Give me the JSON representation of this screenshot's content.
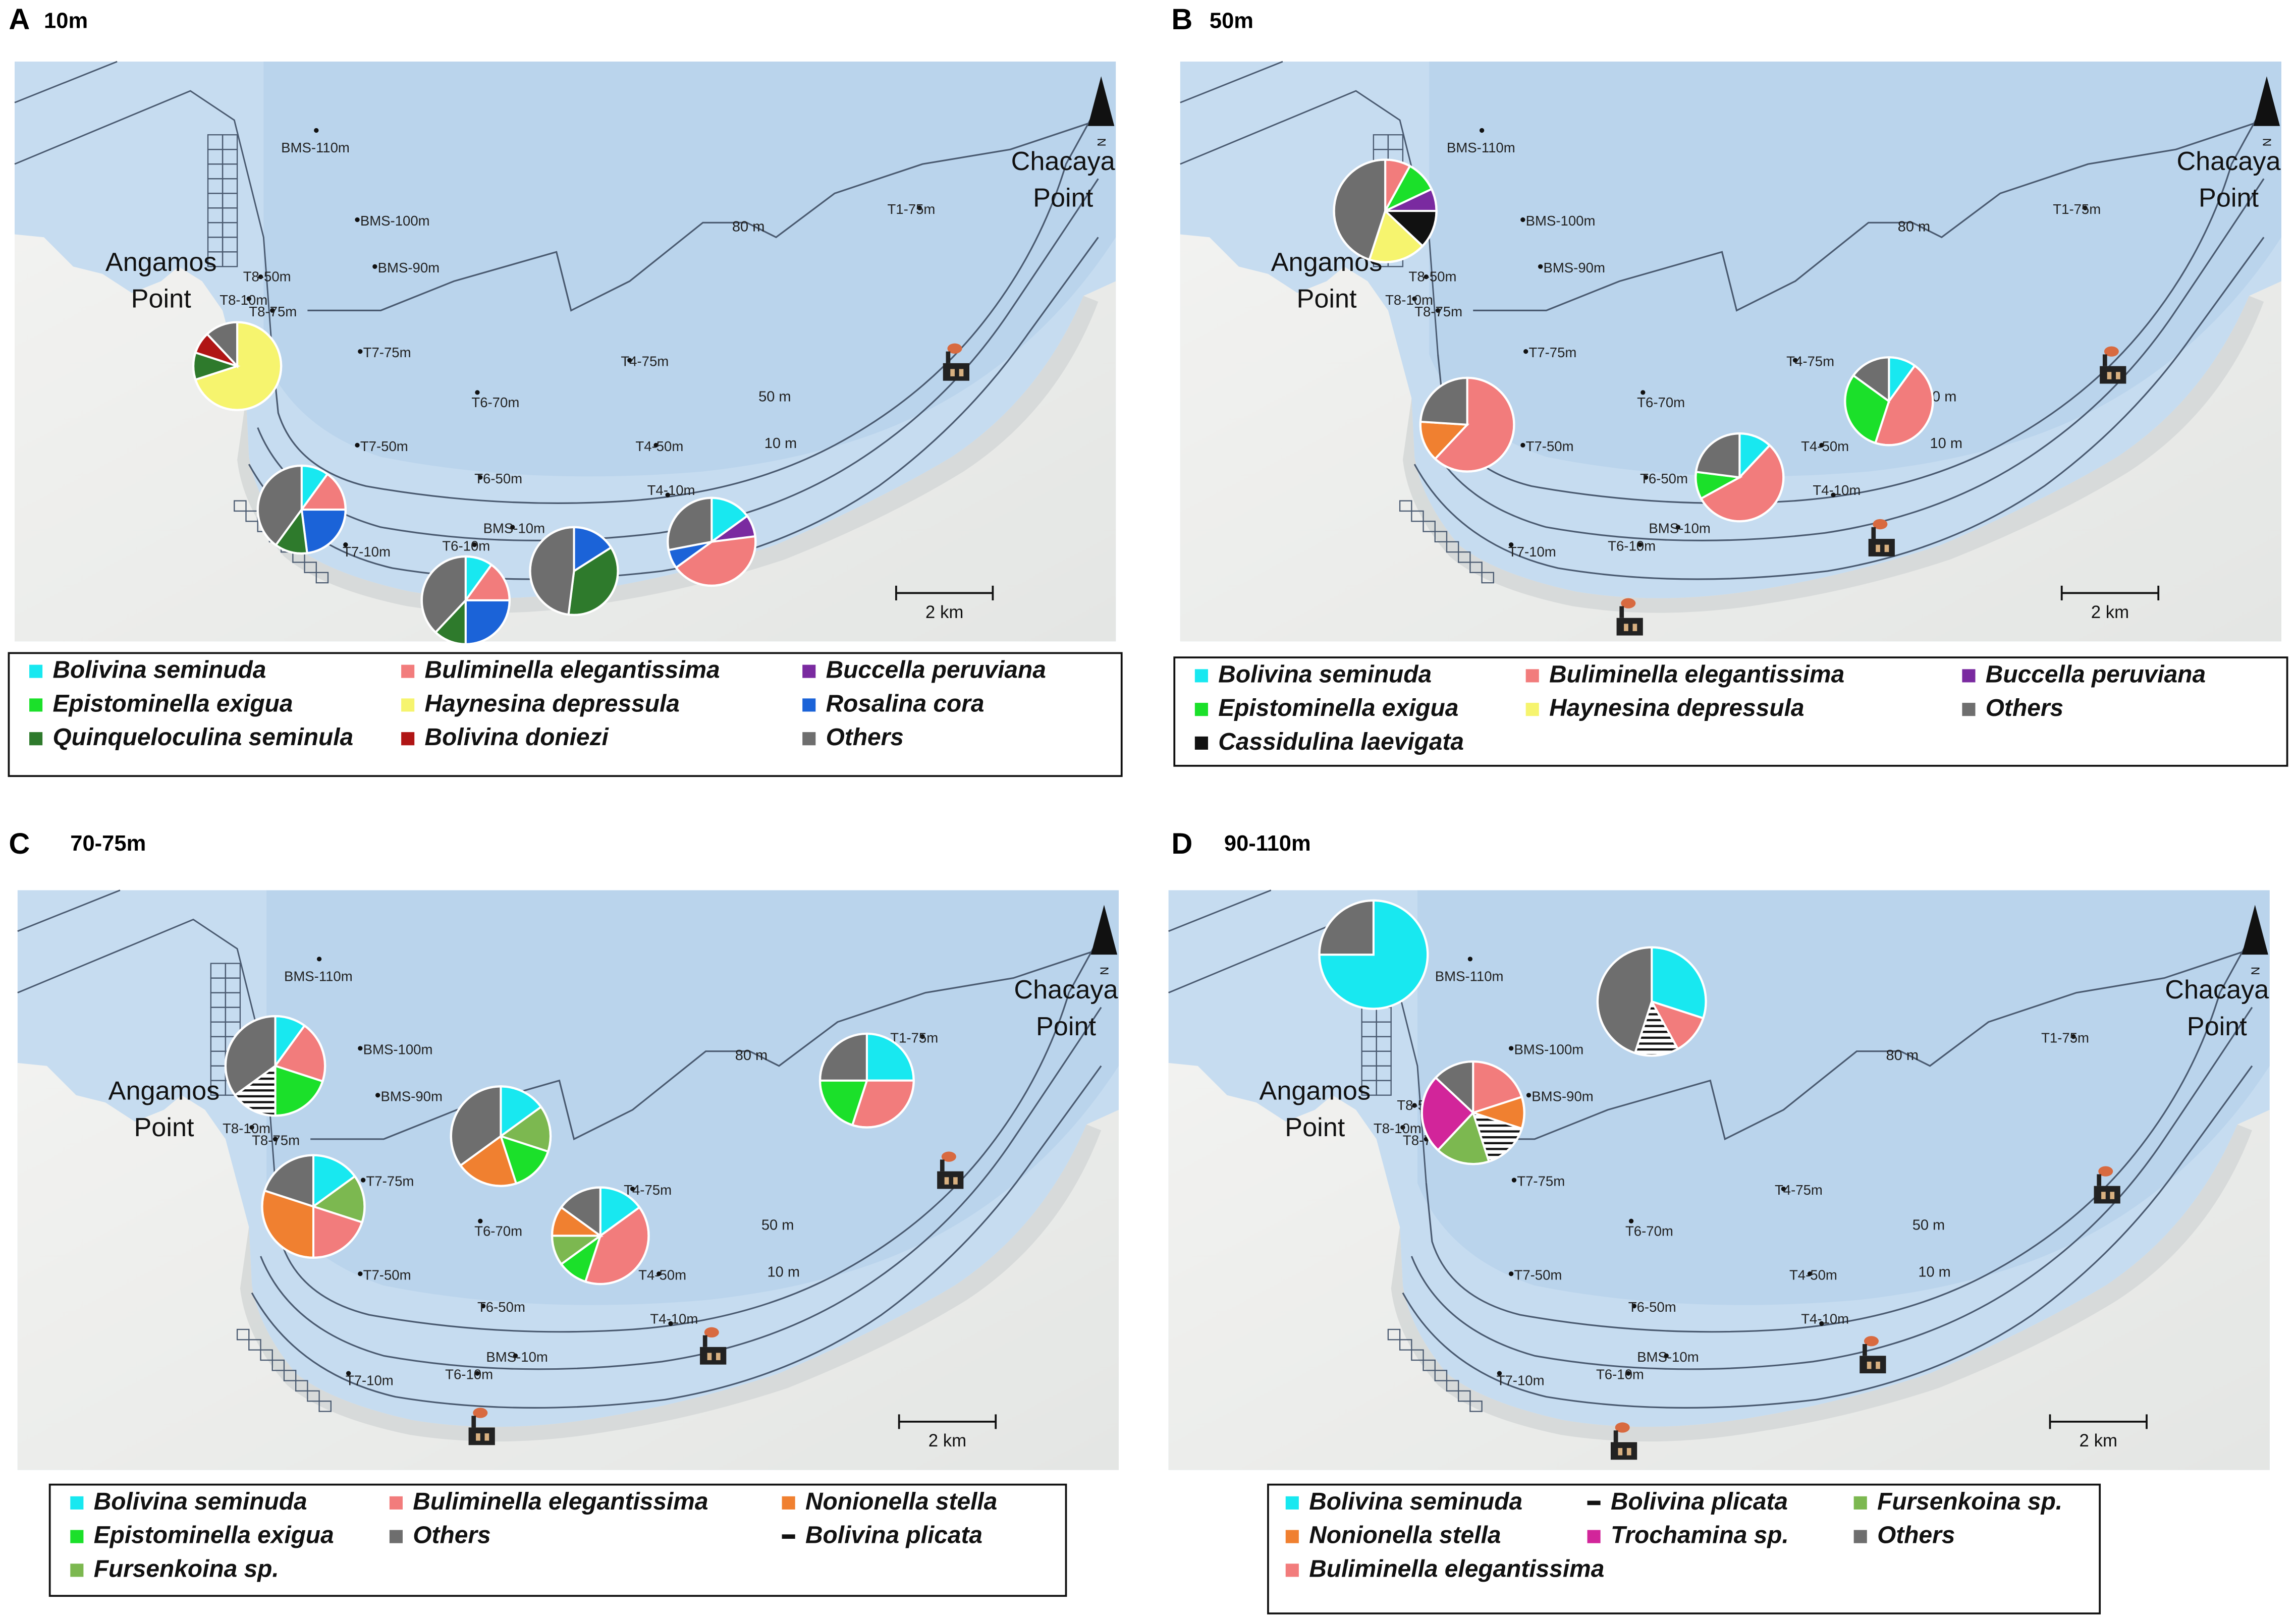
{
  "colors": {
    "sea": "#c6dcf0",
    "sea_deep": "#b3cfea",
    "land": "#eeeeec",
    "coast_shadow": "#d5d8d8",
    "line": "#4a5a70",
    "text": "#111111"
  },
  "species": {
    "bolivina_seminuda": {
      "name": "Bolivina seminuda",
      "color": "#18e8f0",
      "swatch": "square"
    },
    "buliminella": {
      "name": "Buliminella elegantissima",
      "color": "#f27c7c",
      "swatch": "square"
    },
    "buccella": {
      "name": "Buccella peruviana",
      "color": "#7a2aa0",
      "swatch": "square"
    },
    "epistominella": {
      "name": "Epistominella exigua",
      "color": "#1be02a",
      "swatch": "square"
    },
    "haynesina": {
      "name": "Haynesina depressula",
      "color": "#f6f46e",
      "swatch": "square"
    },
    "rosalina": {
      "name": "Rosalina cora",
      "color": "#1b63d8",
      "swatch": "square"
    },
    "quinqueloculina": {
      "name": "Quinqueloculina seminula",
      "color": "#2e7a2c",
      "swatch": "square"
    },
    "bolivina_doniezi": {
      "name": "Bolivina doniezi",
      "color": "#b01515",
      "swatch": "square"
    },
    "others": {
      "name": "Others",
      "color": "#6e6e6e",
      "swatch": "square"
    },
    "cassidulina": {
      "name": "Cassidulina laevigata",
      "color": "#111111",
      "swatch": "square"
    },
    "nonionella": {
      "name": "Nonionella stella",
      "color": "#f08030",
      "swatch": "square"
    },
    "bolivina_plicata": {
      "name": "Bolivina plicata",
      "color": "#111111",
      "swatch": "dash",
      "pattern": "hatch"
    },
    "fursenkoina": {
      "name": "Fursenkoina sp.",
      "color": "#7cb850",
      "swatch": "square"
    },
    "trochamina": {
      "name": "Trochamina sp.",
      "color": "#d2259a",
      "swatch": "square"
    }
  },
  "map_labels": {
    "angamos": [
      "Angamos",
      "Point"
    ],
    "chacaya": [
      "Chacaya",
      "Point"
    ],
    "north": "N",
    "scale": "2 km"
  },
  "stations": [
    "BMS-110m",
    "BMS-100m",
    "BMS-90m",
    "T8-50m",
    "T8-10m",
    "T8-75m",
    "T7-75m",
    "T6-70m",
    "T4-75m",
    "T7-50m",
    "T4-50m",
    "T6-50m",
    "T4-10m",
    "BMS-10m",
    "T7-10m",
    "T6-10m",
    "T1-75m"
  ],
  "depth_labels": [
    "80 m",
    "50 m",
    "10 m"
  ],
  "panels": [
    {
      "letter": "A",
      "depth": "10m",
      "pies": [
        {
          "station": "T8-10m",
          "slices": [
            [
              "haynesina",
              70
            ],
            [
              "quinqueloculina",
              10
            ],
            [
              "bolivina_doniezi",
              8
            ],
            [
              "others",
              12
            ]
          ]
        },
        {
          "station": "T7-10m",
          "slices": [
            [
              "bolivina_seminuda",
              10
            ],
            [
              "buliminella",
              15
            ],
            [
              "rosalina",
              23
            ],
            [
              "quinqueloculina",
              12
            ],
            [
              "others",
              40
            ]
          ]
        },
        {
          "station": "T6-10m",
          "slices": [
            [
              "bolivina_seminuda",
              10
            ],
            [
              "buliminella",
              15
            ],
            [
              "rosalina",
              25
            ],
            [
              "quinqueloculina",
              12
            ],
            [
              "others",
              38
            ]
          ]
        },
        {
          "station": "BMS-10m",
          "slices": [
            [
              "rosalina",
              16
            ],
            [
              "quinqueloculina",
              36
            ],
            [
              "others",
              48
            ]
          ]
        },
        {
          "station": "T4-10m",
          "slices": [
            [
              "bolivina_seminuda",
              15
            ],
            [
              "buccella",
              8
            ],
            [
              "buliminella",
              42
            ],
            [
              "rosalina",
              7
            ],
            [
              "others",
              28
            ]
          ]
        }
      ],
      "legend": [
        [
          "bolivina_seminuda",
          "buliminella",
          "buccella"
        ],
        [
          "epistominella",
          "haynesina",
          "rosalina"
        ],
        [
          "quinqueloculina",
          "bolivina_doniezi",
          "others"
        ]
      ]
    },
    {
      "letter": "B",
      "depth": "50m",
      "pies": [
        {
          "station": "T8-50m",
          "slices": [
            [
              "buliminella",
              8
            ],
            [
              "epistominella",
              10
            ],
            [
              "buccella",
              7
            ],
            [
              "cassidulina",
              12
            ],
            [
              "haynesina",
              18
            ],
            [
              "others",
              45
            ]
          ]
        },
        {
          "station": "T7-50m",
          "slices": [
            [
              "buliminella",
              62
            ],
            [
              "nonionella",
              14
            ],
            [
              "others",
              24
            ]
          ]
        },
        {
          "station": "T6-50m",
          "slices": [
            [
              "bolivina_seminuda",
              12
            ],
            [
              "buliminella",
              55
            ],
            [
              "epistominella",
              10
            ],
            [
              "others",
              23
            ]
          ]
        },
        {
          "station": "T4-50m",
          "slices": [
            [
              "bolivina_seminuda",
              10
            ],
            [
              "buliminella",
              45
            ],
            [
              "epistominella",
              30
            ],
            [
              "others",
              15
            ]
          ]
        }
      ],
      "legend": [
        [
          "bolivina_seminuda",
          "buliminella",
          "buccella"
        ],
        [
          "epistominella",
          "haynesina",
          "others"
        ],
        [
          "cassidulina"
        ]
      ]
    },
    {
      "letter": "C",
      "depth": "70-75m",
      "pies": [
        {
          "station": "T8-75m",
          "slices": [
            [
              "bolivina_seminuda",
              10
            ],
            [
              "buliminella",
              20
            ],
            [
              "epistominella",
              20
            ],
            [
              "bolivina_plicata",
              15
            ],
            [
              "others",
              35
            ]
          ]
        },
        {
          "station": "T7-75m",
          "slices": [
            [
              "bolivina_seminuda",
              15
            ],
            [
              "fursenkoina",
              15
            ],
            [
              "buliminella",
              20
            ],
            [
              "nonionella",
              30
            ],
            [
              "others",
              20
            ]
          ]
        },
        {
          "station": "T6-70m",
          "slices": [
            [
              "bolivina_seminuda",
              15
            ],
            [
              "fursenkoina",
              15
            ],
            [
              "epistominella",
              15
            ],
            [
              "nonionella",
              20
            ],
            [
              "others",
              35
            ]
          ]
        },
        {
          "station": "T4-75m",
          "slices": [
            [
              "bolivina_seminuda",
              15
            ],
            [
              "buliminella",
              40
            ],
            [
              "epistominella",
              10
            ],
            [
              "fursenkoina",
              10
            ],
            [
              "nonionella",
              10
            ],
            [
              "others",
              15
            ]
          ]
        },
        {
          "station": "T1-75m",
          "slices": [
            [
              "bolivina_seminuda",
              25
            ],
            [
              "buliminella",
              30
            ],
            [
              "epistominella",
              20
            ],
            [
              "others",
              25
            ]
          ]
        }
      ],
      "legend": [
        [
          "bolivina_seminuda",
          "buliminella",
          "nonionella"
        ],
        [
          "epistominella",
          "others",
          "bolivina_plicata"
        ],
        [
          "fursenkoina"
        ]
      ]
    },
    {
      "letter": "D",
      "depth": "90-110m",
      "pies": [
        {
          "station": "BMS-110m",
          "slices": [
            [
              "bolivina_seminuda",
              75
            ],
            [
              "others",
              25
            ]
          ]
        },
        {
          "station": "BMS-100m",
          "slices": [
            [
              "bolivina_seminuda",
              30
            ],
            [
              "buliminella",
              12
            ],
            [
              "bolivina_plicata",
              13
            ],
            [
              "others",
              45
            ]
          ]
        },
        {
          "station": "BMS-90m",
          "slices": [
            [
              "buliminella",
              20
            ],
            [
              "nonionella",
              10
            ],
            [
              "bolivina_plicata",
              15
            ],
            [
              "fursenkoina",
              17
            ],
            [
              "trochamina",
              25
            ],
            [
              "others",
              13
            ]
          ]
        }
      ],
      "legend": [
        [
          "bolivina_seminuda",
          "bolivina_plicata",
          "fursenkoina"
        ],
        [
          "nonionella",
          "trochamina",
          "others"
        ],
        [
          "buliminella"
        ]
      ]
    }
  ]
}
